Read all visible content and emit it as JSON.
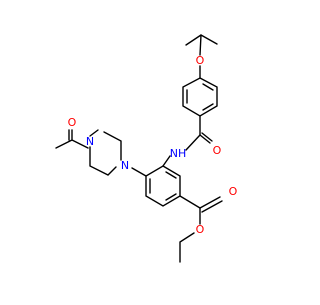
{
  "molecule": {
    "atom_labels": {
      "o_ether": "O",
      "o_amide": "O",
      "n_amide": "NH",
      "o_acetyl": "O",
      "n_piperazine_acyl": "N",
      "n_piperazine_aryl": "N",
      "o_ester_carbonyl": "O",
      "o_ester_alkoxy": "O"
    },
    "colors": {
      "bond": "#000000",
      "oxygen": "#ff0000",
      "nitrogen": "#0000ff"
    }
  }
}
